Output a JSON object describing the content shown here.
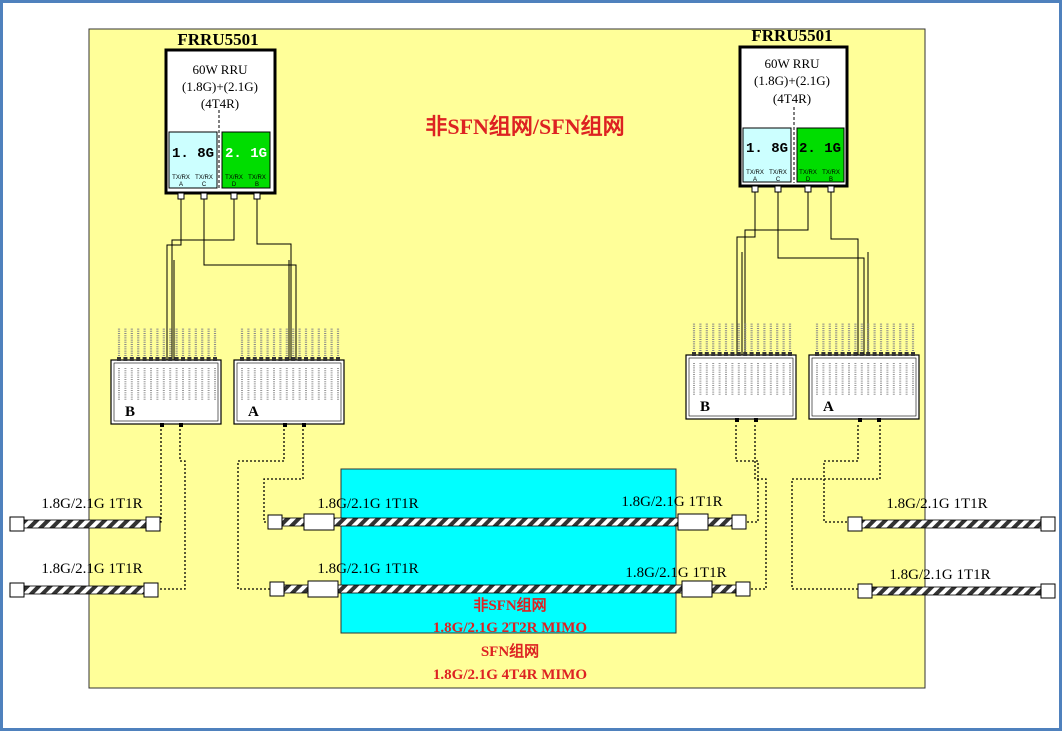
{
  "title": "非SFN组网/SFN组网",
  "rru_left": {
    "model": "FRRU5501",
    "desc_line1": "60W RRU",
    "desc_line2": "(1.8G)+(2.1G)",
    "desc_line3": "(4T4R)",
    "band1": "1. 8G",
    "band2": "2. 1G",
    "ports": [
      "TX/RX",
      "TX/RX",
      "TX/RX",
      "TX/RX"
    ],
    "port_letters": [
      "A",
      "C",
      "D",
      "B"
    ]
  },
  "rru_right": {
    "model": "FRRU5501",
    "desc_line1": "60W RRU",
    "desc_line2": "(1.8G)+(2.1G)",
    "desc_line3": "(4T4R)",
    "band1": "1. 8G",
    "band2": "2. 1G",
    "ports": [
      "TX/RX",
      "TX/RX",
      "TX/RX",
      "TX/RX"
    ],
    "port_letters": [
      "A",
      "C",
      "D",
      "B"
    ]
  },
  "combiners": [
    "B",
    "A",
    "B",
    "A"
  ],
  "antenna_labels": {
    "outer_left_top": "1.8G/2.1G  1T1R",
    "outer_left_bottom": "1.8G/2.1G  1T1R",
    "center_left_top": "1.8G/2.1G  1T1R",
    "center_left_bottom": "1.8G/2.1G  1T1R",
    "center_right_top": "1.8G/2.1G  1T1R",
    "center_right_bottom": "1.8G/2.1G  1T1R",
    "outer_right_top": "1.8G/2.1G  1T1R",
    "outer_right_bottom": "1.8G/2.1G  1T1R"
  },
  "mode_labels": {
    "non_sfn_title": "非SFN组网",
    "non_sfn_mode": "1.8G/2.1G  2T2R MIMO",
    "sfn_title": "SFN组网",
    "sfn_mode": "1.8G/2.1G  4T4R MIMO"
  },
  "colors": {
    "background_region": "#FFFF99",
    "mimo_zone": "#00FFFF",
    "band1_fill": "#CCFFFF",
    "band2_fill": "#00DD00",
    "title_red": "#DD2222",
    "frame_blue": "#4F81BD"
  }
}
